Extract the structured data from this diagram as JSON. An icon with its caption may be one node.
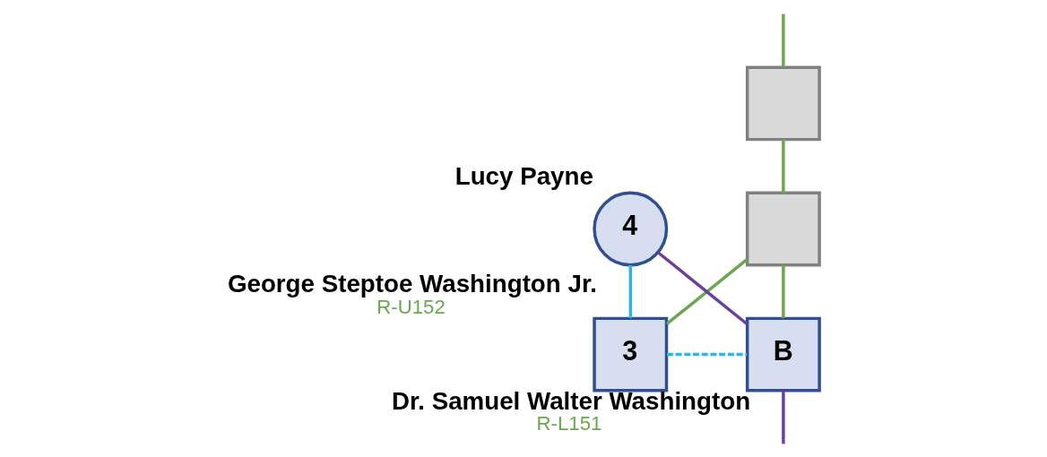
{
  "diagram": {
    "nodes": [
      {
        "text": [],
        "shape": "box"
      },
      {
        "text": [],
        "shape": "box"
      },
      {
        "text": [
          "4"
        ],
        "beside": [
          "Lucy Payne"
        ]
      },
      {
        "text": [
          "3"
        ],
        "beside": [
          "George Steptoe Washington Jr.",
          "R-U152"
        ]
      },
      {
        "text": [
          "B"
        ],
        "beside": [
          "Dr. Samuel Walter Washington",
          "R-L151"
        ]
      }
    ],
    "edges": [
      {
        "from": null,
        "to": 0,
        "arrow": "none"
      },
      {
        "from": 0,
        "to": 1,
        "arrow": "none"
      },
      {
        "from": 2,
        "to": 3,
        "arrow": "none",
        "color": "#29b6e8"
      },
      {
        "from": 2,
        "to": 4,
        "arrow": "none",
        "color": "#6a3fa0"
      },
      {
        "from": 1,
        "to": 3,
        "arrow": "none"
      },
      {
        "from": 1,
        "to": 4,
        "arrow": "none"
      },
      {
        "from": 3,
        "to": 4,
        "arrow": "none",
        "color": "#29b6e8",
        "style": "dashed"
      },
      {
        "from": 4,
        "to": null,
        "arrow": "none",
        "color": "#6a3fa0"
      }
    ]
  }
}
